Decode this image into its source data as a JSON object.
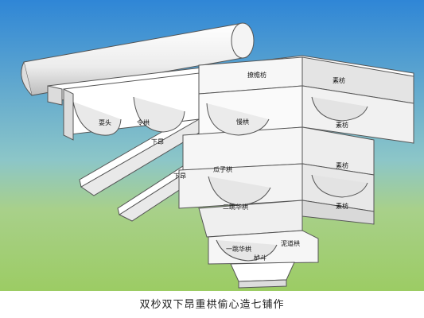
{
  "caption": "双杪双下昂重栱偷心造七铺作",
  "labels": {
    "shuaxiang": "耍头",
    "linggong": "令栱",
    "xiaang_top": "下昂",
    "xiaang_mid": "下昂",
    "liaoyanfang": "撩檐枋",
    "mangong": "慢栱",
    "sufang_1": "素枋",
    "sufang_2": "素枋",
    "sufang_3": "素枋",
    "sufang_4": "素枋",
    "guazigong": "瓜子栱",
    "erchao_huagong": "二跳华栱",
    "yichao_huagong": "一跳华栱",
    "niyangong": "泥道栱",
    "ludou": "栌斗"
  },
  "colors": {
    "sky_top": "#2f86d6",
    "sky_mid": "#8cc6c8",
    "ground": "#9ccc64",
    "wood_light": "#f3f3f3",
    "wood_shade": "#cfcfcf",
    "outline": "#555555"
  }
}
